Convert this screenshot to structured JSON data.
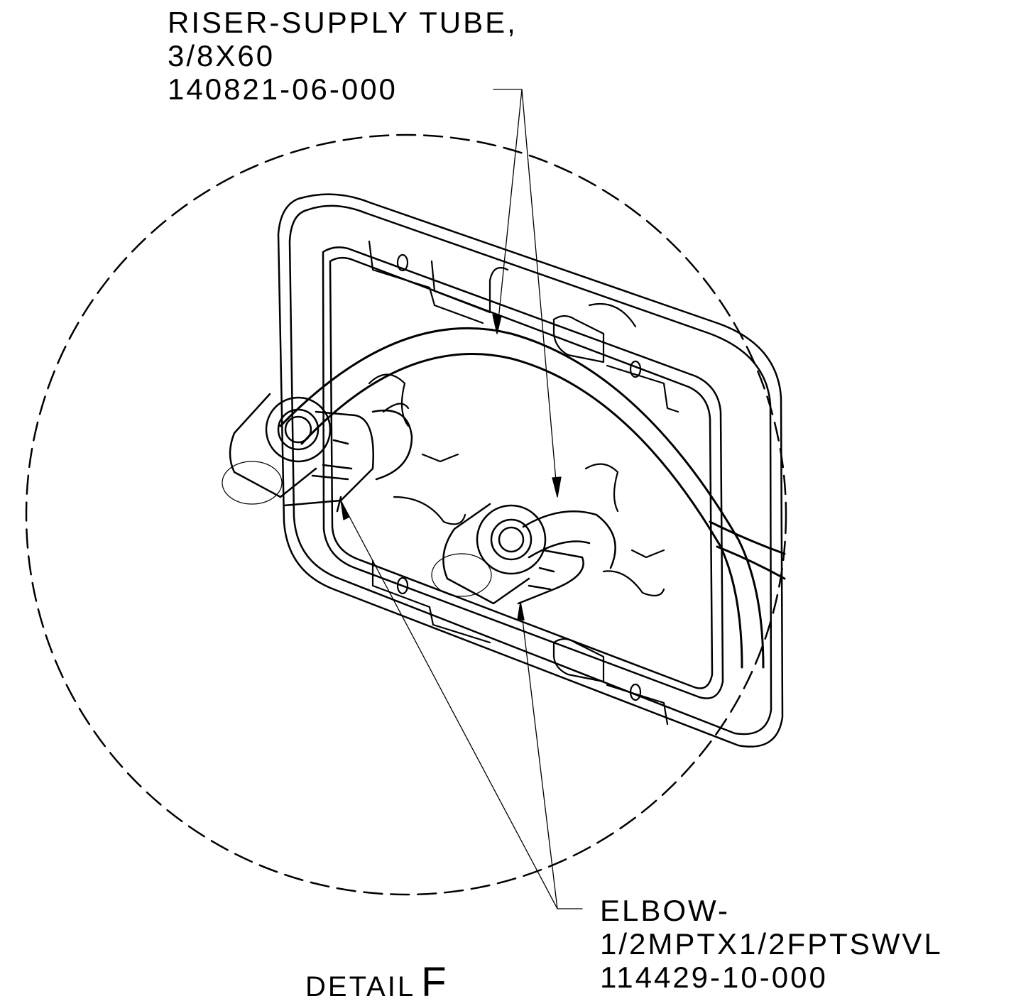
{
  "callout_top": {
    "line1": "RISER-SUPPLY TUBE,",
    "line2": "3/8X60",
    "line3": "140821-06-000"
  },
  "callout_bottom": {
    "line1": "ELBOW-",
    "line2": "1/2MPTX1/2FPTSWVL",
    "line3": "114429-10-000"
  },
  "detail": {
    "word": "DETAIL",
    "letter": "F"
  }
}
